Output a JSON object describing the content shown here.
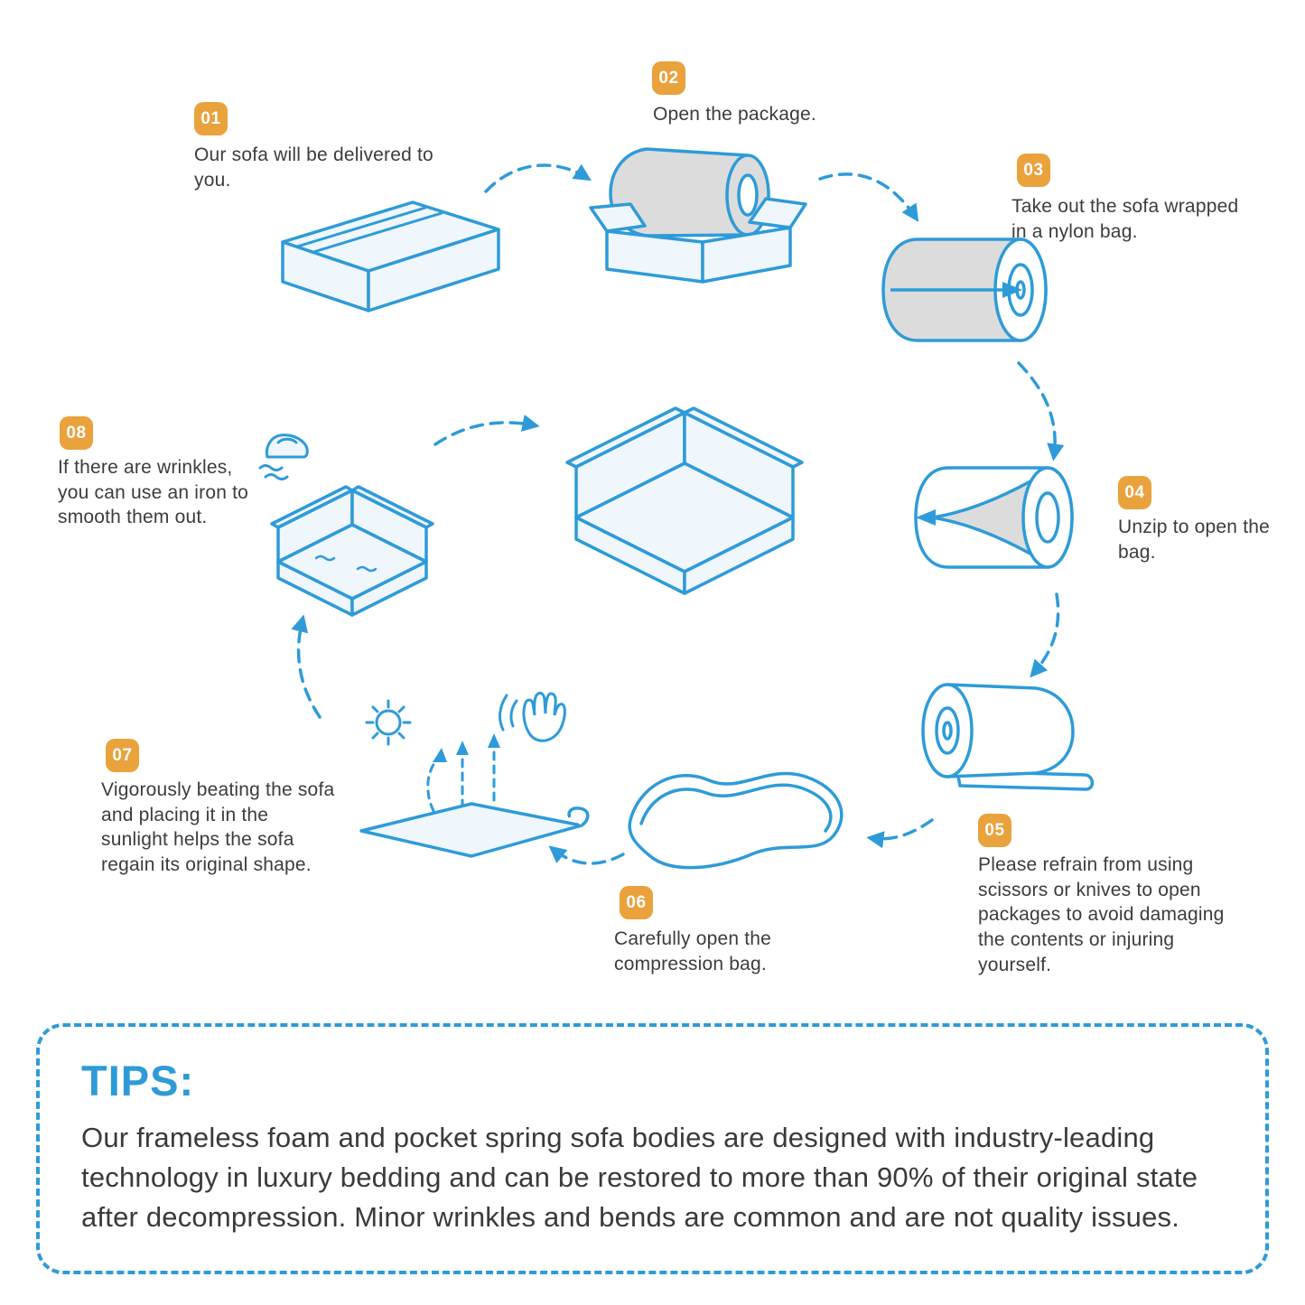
{
  "colors": {
    "accent": "#2E9BD8",
    "badge": "#E9A23C",
    "text": "#3C3C3C",
    "fill-light": "#EFF6FC",
    "fill-gray": "#DCDCDC"
  },
  "steps": [
    {
      "num": "01",
      "text": "Our sofa will be delivered to you."
    },
    {
      "num": "02",
      "text": "Open the package."
    },
    {
      "num": "03",
      "text": "Take out the sofa wrapped in a nylon bag."
    },
    {
      "num": "04",
      "text": "Unzip to open the bag."
    },
    {
      "num": "05",
      "text": "Please refrain from using scissors or knives to open packages to avoid damaging the contents or injuring yourself."
    },
    {
      "num": "06",
      "text": "Carefully open the compression bag."
    },
    {
      "num": "07",
      "text": "Vigorously beating the sofa and placing it in the sunlight helps the sofa regain its original shape."
    },
    {
      "num": "08",
      "text": "If there are wrinkles, you can use an iron to smooth them out."
    }
  ],
  "tips": {
    "title": "TIPS:",
    "body": "Our frameless foam and pocket spring sofa bodies are designed with industry-leading technology in luxury bedding and can be restored to more than 90% of their original state after decompression. Minor wrinkles and bends are common and are not quality issues."
  }
}
